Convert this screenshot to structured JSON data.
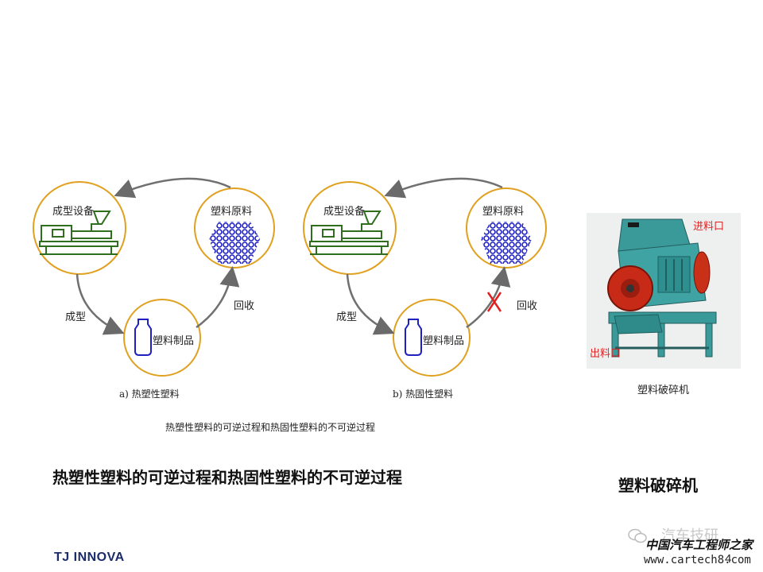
{
  "diagram_a": {
    "node_equipment": "成型设备",
    "node_raw": "塑料原料",
    "node_product": "塑料制品",
    "edge_forming": "成型",
    "edge_recycle": "回收",
    "caption": "a)  热塑性塑料"
  },
  "diagram_b": {
    "node_equipment": "成型设备",
    "node_raw": "塑料原料",
    "node_product": "塑料制品",
    "edge_forming": "成型",
    "edge_recycle": "回收",
    "caption": "b)  热固性塑料"
  },
  "figure_caption": "热塑性塑料的可逆过程和热固性塑料的不可逆过程",
  "main_caption": "热塑性塑料的可逆过程和热固性塑料的不可逆过程",
  "crusher_photo": {
    "label_inlet": "进料口",
    "label_outlet": "出料口",
    "caption": "塑料破碎机"
  },
  "side_caption": "塑料破碎机",
  "footer": {
    "brand": "TJ INNOVA",
    "page_number": "4",
    "watermark_faint": "汽车技研",
    "watermark_text": "中国汽车工程师之家",
    "watermark_url": "www.cartech8.com"
  },
  "colors": {
    "circle_border": "#e0a020",
    "machine_green": "#2e6e1e",
    "pellet_blue": "#2020c0",
    "arrow_gray": "#707070",
    "cross_red": "#e02020",
    "brand_blue": "#1a2c6b"
  }
}
